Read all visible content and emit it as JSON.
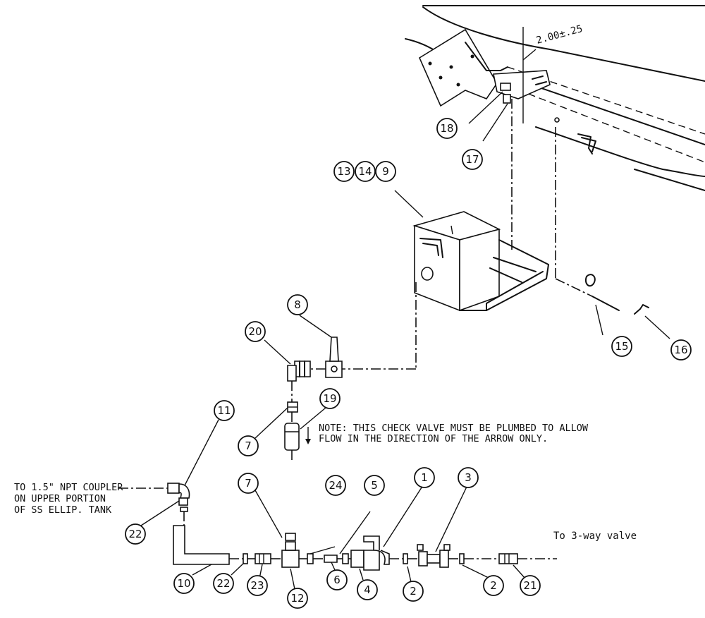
{
  "callouts": {
    "c1": "1",
    "c2a": "2",
    "c2b": "2",
    "c3": "3",
    "c4": "4",
    "c5": "5",
    "c6": "6",
    "c7a": "7",
    "c7b": "7",
    "c8": "8",
    "c9": "9",
    "c10": "10",
    "c11": "11",
    "c12": "12",
    "c13": "13",
    "c14": "14",
    "c15": "15",
    "c16": "16",
    "c17": "17",
    "c18": "18",
    "c19": "19",
    "c20": "20",
    "c21": "21",
    "c22a": "22",
    "c22b": "22",
    "c23": "23",
    "c24": "24"
  },
  "dimension": "2.00±.25",
  "notes": {
    "check_valve_line1": "NOTE: THIS CHECK VALVE MUST BE PLUMBED TO ALLOW",
    "check_valve_line2": "FLOW IN THE DIRECTION OF THE ARROW ONLY.",
    "coupler_line1": "TO 1.5\" NPT COUPLER",
    "coupler_line2": "ON UPPER PORTION",
    "coupler_line3": "OF SS ELLIP. TANK",
    "three_way": "To 3-way valve"
  }
}
